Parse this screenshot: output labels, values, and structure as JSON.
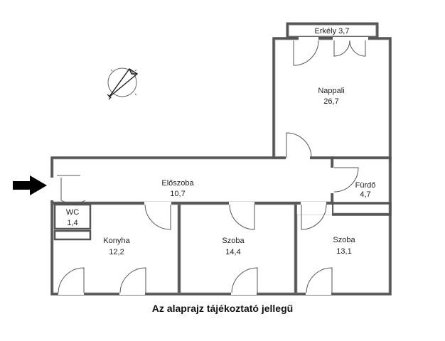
{
  "plan": {
    "rooms": [
      {
        "id": "erkely",
        "name": "Erkély 3,7",
        "area": ""
      },
      {
        "id": "nappali",
        "name": "Nappali",
        "area": "26,7"
      },
      {
        "id": "eloszoba",
        "name": "Előszoba",
        "area": "10,7"
      },
      {
        "id": "furdo",
        "name": "Fürdő",
        "area": "4,7"
      },
      {
        "id": "wc",
        "name": "WC",
        "area": "1,4"
      },
      {
        "id": "konyha",
        "name": "Konyha",
        "area": "12,2"
      },
      {
        "id": "szoba1",
        "name": "Szoba",
        "area": "14,4"
      },
      {
        "id": "szoba2",
        "name": "Szoba",
        "area": "13,1"
      }
    ],
    "entrance_arrow": "entrance-arrow-icon",
    "compass": "north-compass-icon",
    "caption": "Az alaprajz tájékoztató jellegű"
  }
}
